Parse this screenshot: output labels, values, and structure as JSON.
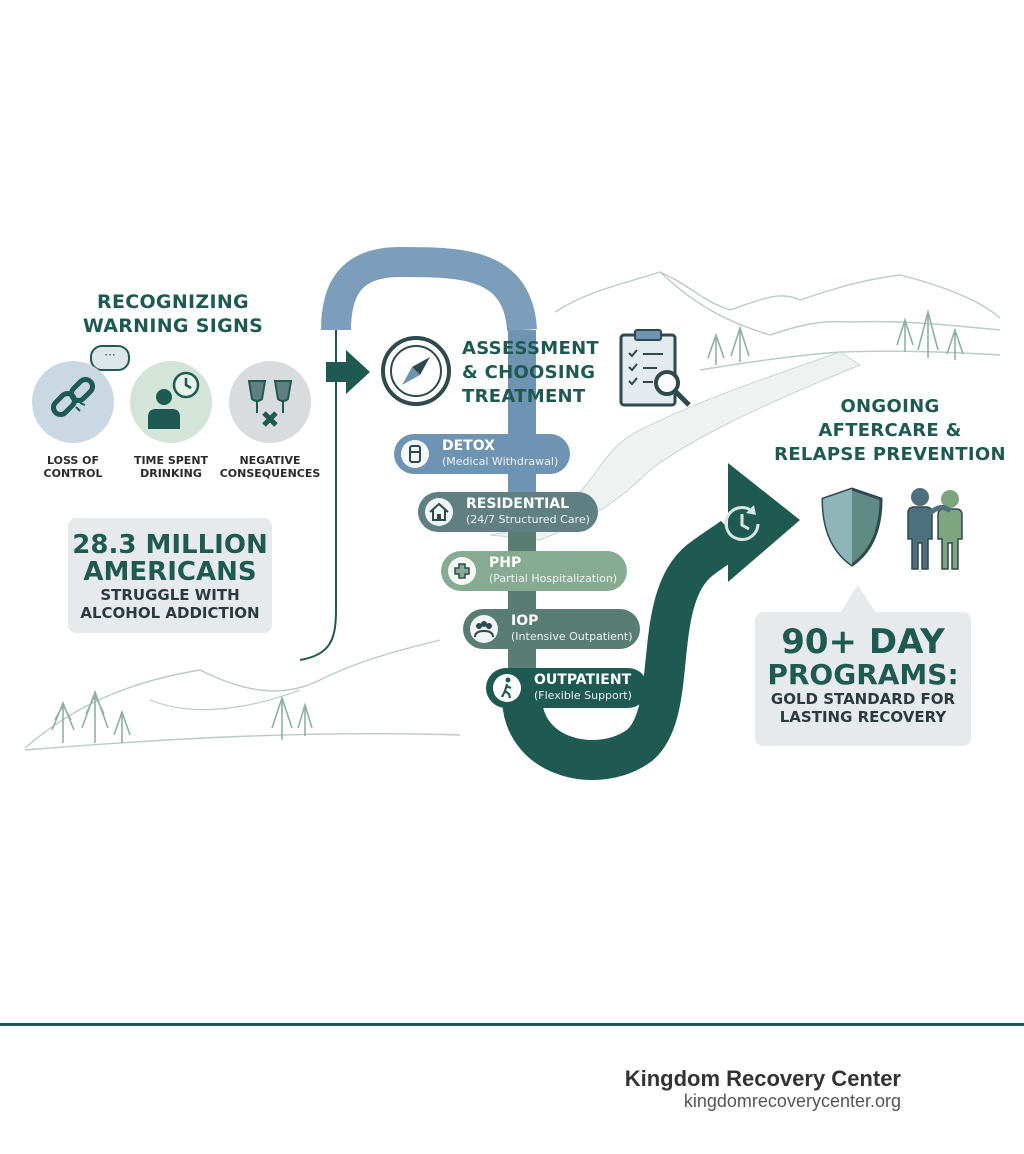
{
  "warning_signs": {
    "title_line1": "RECOGNIZING",
    "title_line2": "WARNING SIGNS",
    "items": [
      {
        "label_line1": "LOSS OF",
        "label_line2": "CONTROL",
        "icon": "broken-chain-icon"
      },
      {
        "label_line1": "TIME SPENT",
        "label_line2": "DRINKING",
        "icon": "person-clock-icon"
      },
      {
        "label_line1": "NEGATIVE",
        "label_line2": "CONSEQUENCES",
        "icon": "broken-glasses-icon"
      }
    ]
  },
  "statistic": {
    "line1": "28.3 MILLION",
    "line2": "AMERICANS",
    "line3": "STRUGGLE WITH",
    "line4": "ALCOHOL ADDICTION"
  },
  "assessment": {
    "line1": "ASSESSMENT",
    "line2": "& CHOOSING",
    "line3": "TREATMENT"
  },
  "levels": [
    {
      "name": "DETOX",
      "desc": "(Medical Withdrawal)",
      "color": "#6f93b3",
      "icon": "medication-icon"
    },
    {
      "name": "RESIDENTIAL",
      "desc": "(24/7 Structured Care)",
      "color": "#5f7f82",
      "icon": "house-icon"
    },
    {
      "name": "PHP",
      "desc": "(Partial Hospitalization)",
      "color": "#86ab92",
      "icon": "hands-cross-icon"
    },
    {
      "name": "IOP",
      "desc": "(Intensive Outpatient)",
      "color": "#5a7d73",
      "icon": "group-icon"
    },
    {
      "name": "OUTPATIENT",
      "desc": "(Flexible Support)",
      "color": "#1f5a52",
      "icon": "walking-icon"
    }
  ],
  "aftercare": {
    "line1": "ONGOING",
    "line2": "AFTERCARE &",
    "line3": "RELAPSE PREVENTION"
  },
  "programs": {
    "line1": "90+ DAY",
    "line2": "PROGRAMS:",
    "line3": "GOLD STANDARD FOR",
    "line4": "LASTING RECOVERY"
  },
  "footer": {
    "brand": "Kingdom Recovery Center",
    "url": "kingdomrecoverycenter.org"
  },
  "colors": {
    "dark_teal": "#1f5a52",
    "steel_blue": "#6f93b3",
    "sage": "#86ab92",
    "light_gray": "#e6eaec"
  }
}
